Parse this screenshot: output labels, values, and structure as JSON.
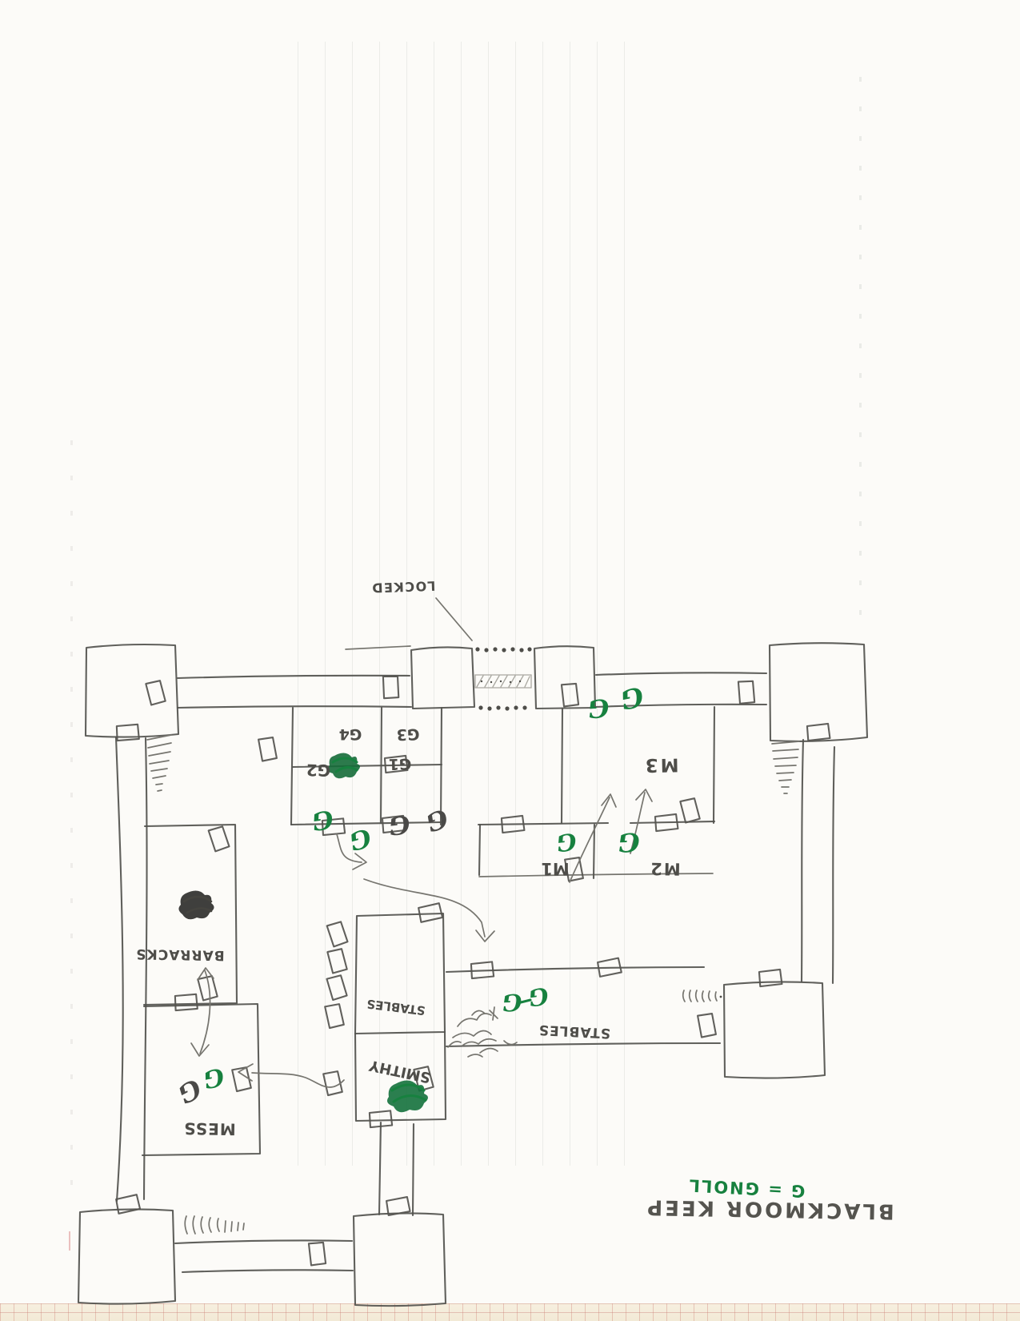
{
  "map": {
    "title": "BLACKMOOR KEEP",
    "legend_text": "G = GNOLL",
    "gate_note": "LOCKED",
    "mark_glyph": "G",
    "rooms": {
      "g1": "G1",
      "g2": "G2",
      "g3": "G3",
      "g4": "G4",
      "m1": "M1",
      "m2": "M2",
      "m3": "M3",
      "barracks": "BARRACKS",
      "mess": "MESS",
      "stables_inner": "STABLES",
      "stables_south": "STABLES",
      "smithy": "SMITHY"
    },
    "colors": {
      "pencil": "#53524e",
      "green_ink": "#17813f",
      "paper": "#fcfbf8"
    }
  }
}
